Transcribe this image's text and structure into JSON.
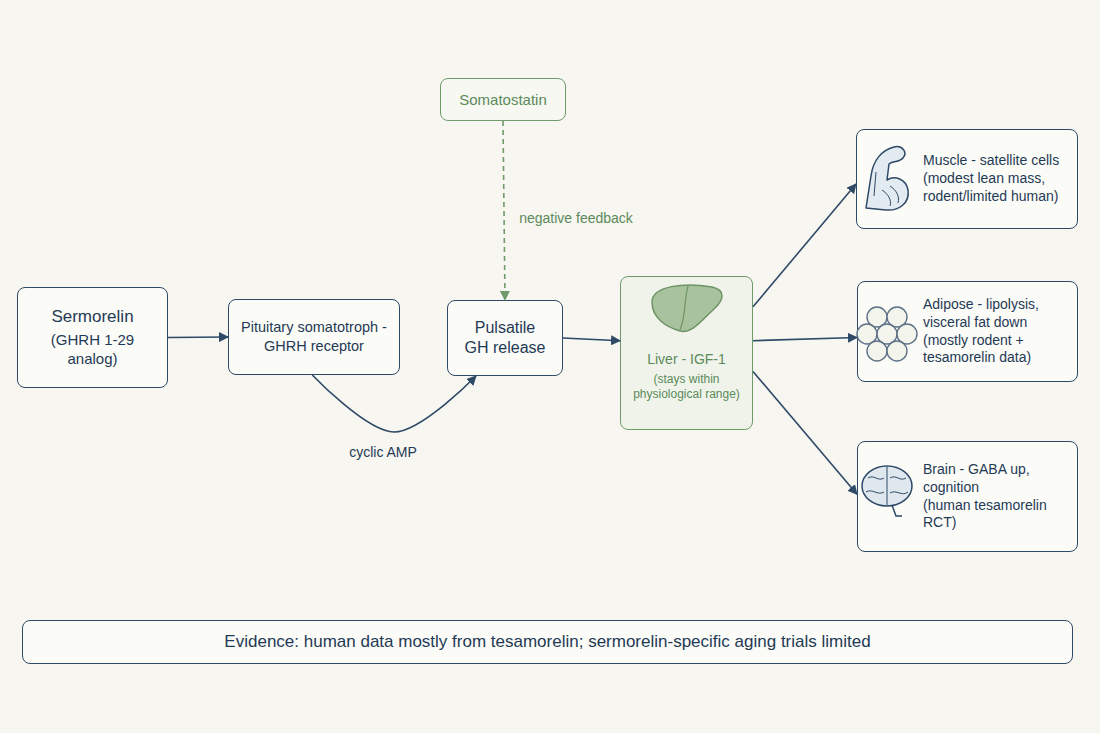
{
  "diagram": {
    "nodes": [
      {
        "text": [
          "Sermorelin",
          "(GHRH 1-29 analog)"
        ]
      },
      {
        "text": [
          "Pituitary somatotroph - GHRH receptor"
        ]
      },
      {
        "text": [
          "Somatostatin"
        ]
      },
      {
        "text": [
          "Pulsatile GH release"
        ]
      },
      {
        "text": [
          "Liver - IGF-1",
          "(stays within physiological range)"
        ]
      },
      {
        "text": [
          "Muscle - satellite cells",
          "(modest lean mass, rodent/limited human)"
        ]
      },
      {
        "text": [
          "Adipose - lipolysis, visceral fat down",
          "(mostly rodent + tesamorelin data)"
        ]
      },
      {
        "text": [
          "Brain - GABA up, cognition",
          "(human tesamorelin RCT)"
        ]
      },
      {
        "text": [
          "Evidence: human data mostly from tesamorelin; sermorelin-specific aging trials limited"
        ]
      }
    ],
    "edges": [
      {
        "from": 0,
        "to": 1,
        "arrow": "to"
      },
      {
        "from": 1,
        "to": 3,
        "label": "cyclic AMP",
        "arrow": "to"
      },
      {
        "from": 2,
        "to": 3,
        "label": "negative feedback",
        "arrow": "to"
      },
      {
        "from": 3,
        "to": 4,
        "arrow": "to"
      },
      {
        "from": 4,
        "to": 5,
        "arrow": "to"
      },
      {
        "from": 4,
        "to": 6,
        "arrow": "to"
      },
      {
        "from": 4,
        "to": 7,
        "arrow": "to"
      }
    ]
  }
}
